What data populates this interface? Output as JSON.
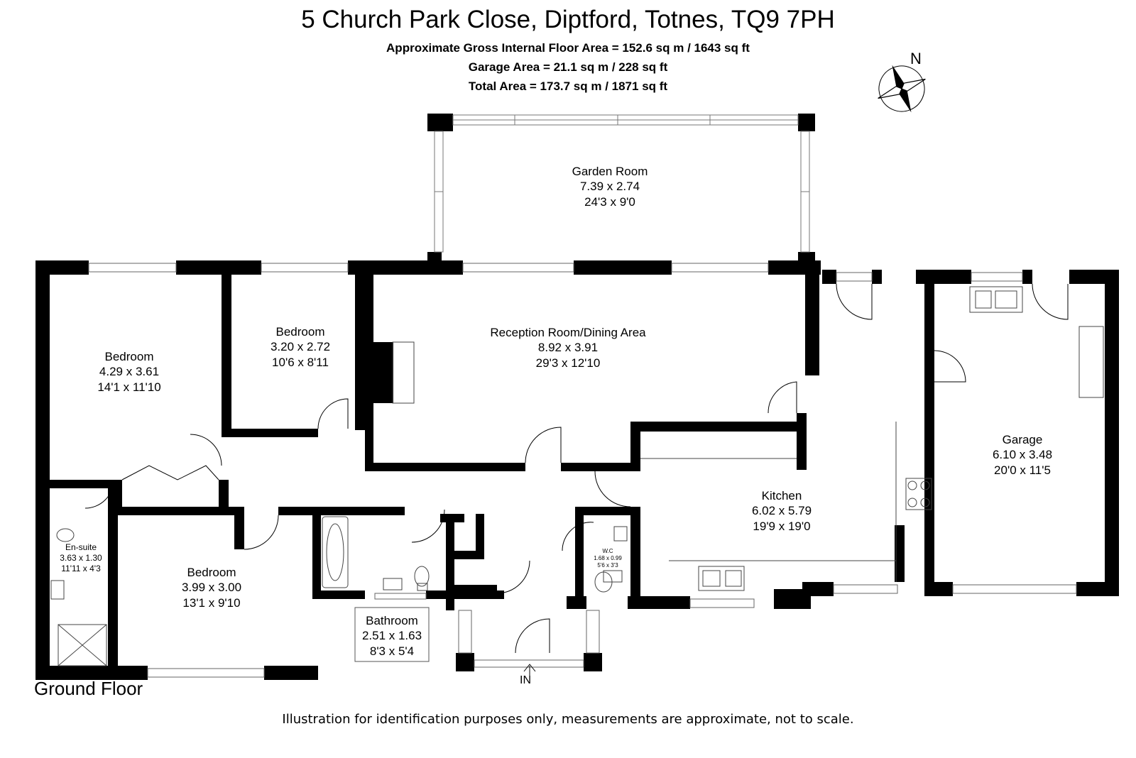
{
  "header": {
    "title": "5 Church Park Close, Diptford, Totnes, TQ9 7PH",
    "gross_area": "Approximate Gross Internal Floor Area  = 152.6 sq m / 1643 sq ft",
    "garage_area": "Garage Area = 21.1 sq m / 228 sq ft",
    "total_area": "Total Area = 173.7 sq m / 1871 sq ft"
  },
  "compass": {
    "label": "N"
  },
  "floor_label": "Ground Floor",
  "entrance_label": "IN",
  "disclaimer": "Illustration for identification purposes only, measurements are approximate, not to scale.",
  "rooms": {
    "garden_room": {
      "name": "Garden Room",
      "metric": "7.39 x 2.74",
      "imperial": "24'3 x 9'0"
    },
    "reception": {
      "name": "Reception Room/Dining Area",
      "metric": "8.92 x 3.91",
      "imperial": "29'3 x 12'10"
    },
    "bedroom1": {
      "name": "Bedroom",
      "metric": "4.29 x 3.61",
      "imperial": "14'1 x 11'10"
    },
    "bedroom2": {
      "name": "Bedroom",
      "metric": "3.20 x 2.72",
      "imperial": "10'6 x 8'11"
    },
    "bedroom3": {
      "name": "Bedroom",
      "metric": "3.99 x 3.00",
      "imperial": "13'1 x 9'10"
    },
    "ensuite": {
      "name": "En-suite",
      "metric": "3.63 x 1.30",
      "imperial": "11'11 x 4'3"
    },
    "bathroom": {
      "name": "Bathroom",
      "metric": "2.51 x 1.63",
      "imperial": "8'3 x 5'4"
    },
    "wc": {
      "name": "W.C",
      "metric": "1.68 x 0.99",
      "imperial": "5'6 x 3'3"
    },
    "kitchen": {
      "name": "Kitchen",
      "metric": "6.02 x 5.79",
      "imperial": "19'9 x 19'0"
    },
    "garage": {
      "name": "Garage",
      "metric": "6.10 x 3.48",
      "imperial": "20'0 x 11'5"
    }
  }
}
